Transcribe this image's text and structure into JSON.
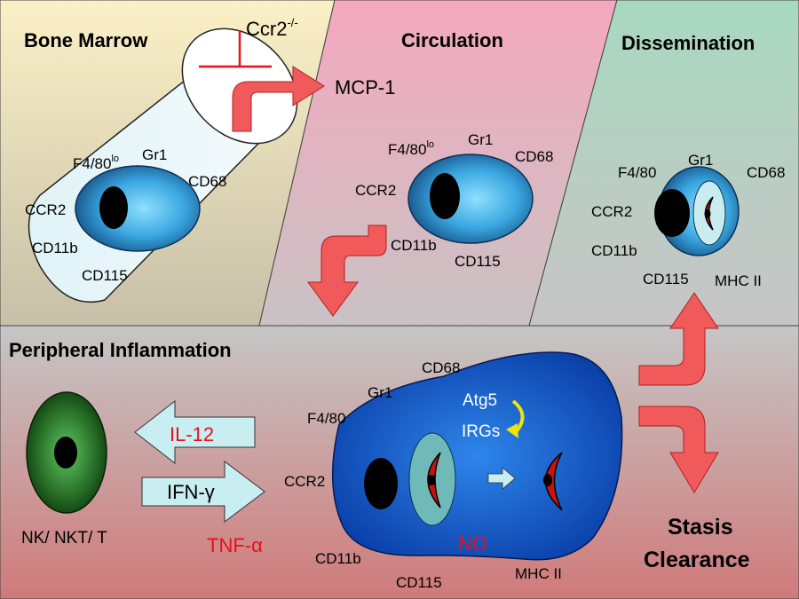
{
  "panels": {
    "bone_marrow": {
      "title": "Bone Marrow",
      "knockout": "Ccr2",
      "knockout_sup": "-/-",
      "signal": "MCP-1",
      "markers": {
        "f480": "F4/80",
        "f480_sup": "lo",
        "gr1": "Gr1",
        "cd68": "CD68",
        "ccr2": "CCR2",
        "cd11b": "CD11b",
        "cd115": "CD115"
      }
    },
    "circulation": {
      "title": "Circulation",
      "markers": {
        "f480": "F4/80",
        "f480_sup": "lo",
        "gr1": "Gr1",
        "cd68": "CD68",
        "ccr2": "CCR2",
        "cd11b": "CD11b",
        "cd115": "CD115"
      }
    },
    "dissemination": {
      "title": "Dissemination",
      "markers": {
        "f480": "F4/80",
        "gr1": "Gr1",
        "cd68": "CD68",
        "ccr2": "CCR2",
        "cd11b": "CD11b",
        "cd115": "CD115",
        "mhc2": "MHC II"
      }
    },
    "peripheral": {
      "title": "Peripheral Inflammation",
      "nk_label": "NK/ NKT/ T",
      "il12": "IL-12",
      "ifng": "IFN-γ",
      "tnfa": "TNF-α",
      "no": "NO",
      "atg5": "Atg5",
      "irgs": "IRGs",
      "outcome_line1": "Stasis",
      "outcome_line2": "Clearance",
      "markers": {
        "cd68": "CD68",
        "gr1": "Gr1",
        "f480": "F4/80",
        "ccr2": "CCR2",
        "cd11b": "CD11b",
        "cd115": "CD115",
        "mhc2": "MHC II"
      }
    }
  },
  "colors": {
    "red_text": "#e8101a",
    "arrow_fill": "#f05a5a",
    "light_arrow": "#c8eef2",
    "cell_blue": "#1e6fd0",
    "nk_green": "#1a7a1a"
  }
}
